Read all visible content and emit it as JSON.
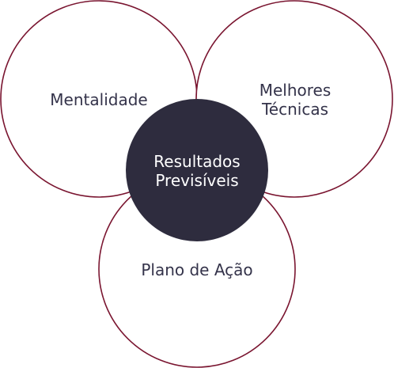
{
  "diagram": {
    "circles": [
      {
        "id": "mentalidade",
        "lines": [
          "Mentalidade"
        ]
      },
      {
        "id": "melhores-tecnicas",
        "lines": [
          "Melhores",
          "Técnicas"
        ]
      },
      {
        "id": "plano-de-acao",
        "lines": [
          "Plano de Ação"
        ]
      }
    ],
    "center": {
      "lines": [
        "Resultados",
        "Previsíveis"
      ]
    },
    "colors": {
      "outline": "#7a1530",
      "center_fill": "#2e2c3e",
      "label_text": "#34334a",
      "center_text": "#ffffff"
    }
  }
}
